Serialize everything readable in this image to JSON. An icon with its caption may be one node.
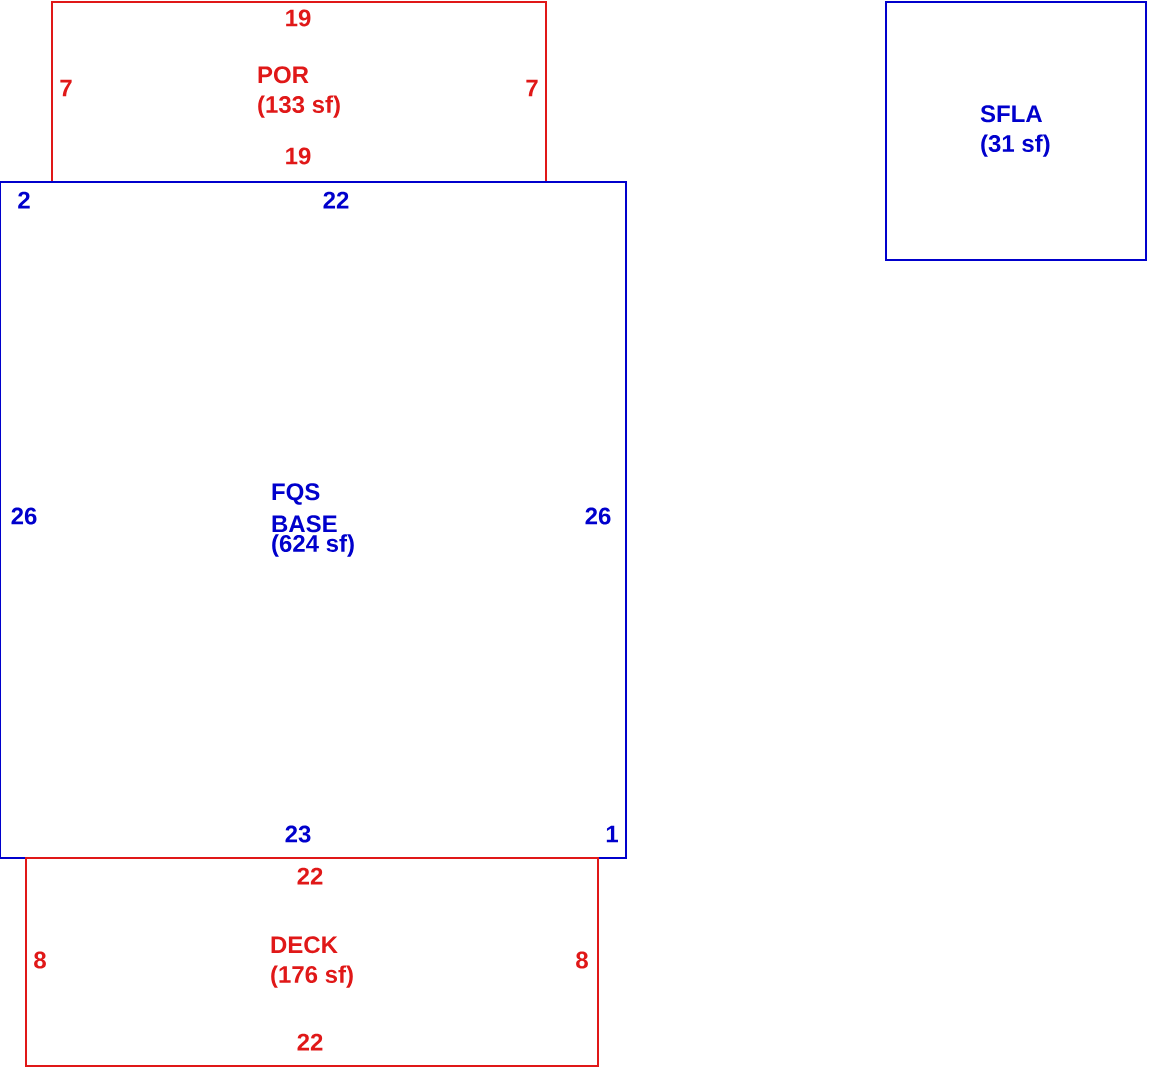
{
  "diagram": {
    "nodes": [
      {
        "text": [
          "POR",
          "(133 sf)"
        ]
      },
      {
        "text": [
          "FQS BASE",
          "(624 sf)"
        ]
      },
      {
        "text": [
          "DECK",
          "(176 sf)"
        ]
      },
      {
        "text": [
          "SFLA",
          "(31 sf)"
        ]
      }
    ],
    "labels": [
      "19",
      "7",
      "7",
      "19",
      "2",
      "22",
      "26",
      "26",
      "23",
      "1",
      "22",
      "8",
      "8",
      "22"
    ]
  }
}
